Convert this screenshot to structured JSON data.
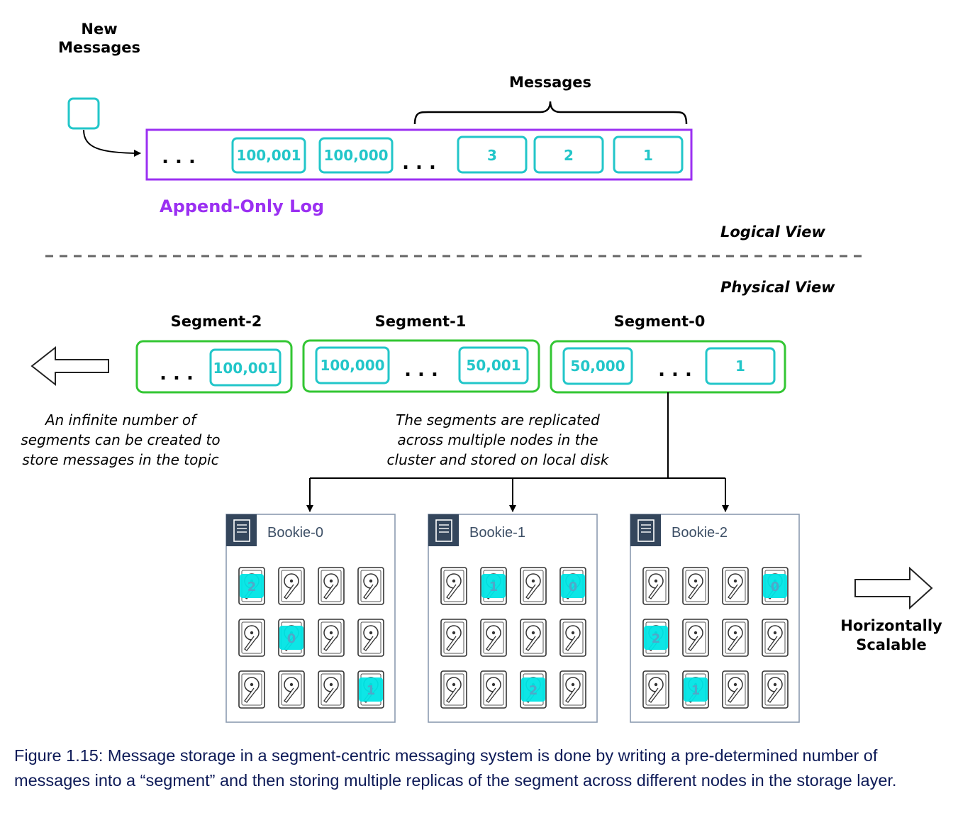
{
  "colors": {
    "cyan": "#22c6c9",
    "cyan_fill": "#00e5e5",
    "purple": "#9b30f2",
    "green": "#33c633",
    "bookie_header": "#34465c",
    "bookie_border": "#8c9bb0",
    "bookie_label": "#3d4f66",
    "caption": "#0d1a57"
  },
  "logical": {
    "new_messages_line1": "New",
    "new_messages_line2": "Messages",
    "messages_brace_label": "Messages",
    "log_entries": {
      "dots_start": ". . .",
      "e100001": "100,001",
      "e100000": "100,000",
      "dots_mid": ". . .",
      "e3": "3",
      "e2": "2",
      "e1": "1"
    },
    "log_label": "Append-Only Log",
    "view_label": "Logical View"
  },
  "physical": {
    "view_label": "Physical View",
    "segments": {
      "seg2": {
        "title": "Segment-2",
        "dots": ". . .",
        "first": "100,001"
      },
      "seg1": {
        "title": "Segment-1",
        "first": "100,000",
        "dots": ". . .",
        "last": "50,001"
      },
      "seg0": {
        "title": "Segment-0",
        "first": "50,000",
        "dots": ". . .",
        "last": "1"
      }
    },
    "infinite_note": [
      "An infinite number of",
      "segments can be created to",
      "store messages in the topic"
    ],
    "replicated_note": [
      "The segments are replicated",
      "across multiple nodes in the",
      "cluster and stored on local disk"
    ],
    "scalable_line1": "Horizontally",
    "scalable_line2": "Scalable",
    "icons": {
      "server": "server-icon",
      "disk": "hard-disk-icon",
      "arrow_left": "hollow-arrow-left-icon",
      "arrow_right": "hollow-arrow-right-icon"
    },
    "bookies": [
      {
        "name": "Bookie-0",
        "disks": [
          [
            "2",
            "",
            "",
            ""
          ],
          [
            "",
            "0",
            "",
            ""
          ],
          [
            "",
            "",
            "",
            "1"
          ]
        ]
      },
      {
        "name": "Bookie-1",
        "disks": [
          [
            "",
            "1",
            "",
            "0"
          ],
          [
            "",
            "",
            "",
            ""
          ],
          [
            "",
            "",
            "2",
            ""
          ]
        ]
      },
      {
        "name": "Bookie-2",
        "disks": [
          [
            "",
            "",
            "",
            "0"
          ],
          [
            "2",
            "",
            "",
            ""
          ],
          [
            "",
            "1",
            "",
            ""
          ]
        ]
      }
    ]
  },
  "caption": "Figure 1.15: Message storage in a segment-centric messaging system is done by writing a pre-determined number of messages into a “segment” and then storing multiple replicas of the segment across different nodes in the storage layer."
}
